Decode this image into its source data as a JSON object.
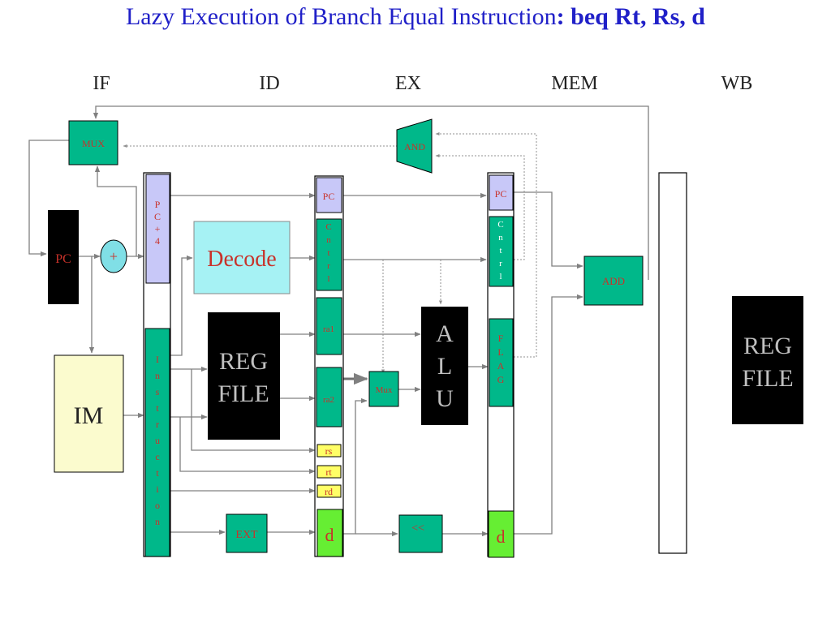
{
  "title": {
    "normal": "Lazy Execution of Branch Equal  Instruction",
    "bold": ": beq Rt, Rs, d"
  },
  "stages": [
    "IF",
    "ID",
    "EX",
    "MEM",
    "WB"
  ],
  "blocks": {
    "mux_if": "MUX",
    "and_gate": "AND",
    "pc": "PC",
    "plus": "+",
    "im": "IM",
    "pc4": "P\nC\n+\n4",
    "instruction": "I\nn\ns\nt\nr\nu\nc\nt\ni\no\nn",
    "decode": "Decode",
    "regfile_id": "REG\nFILE",
    "ext": "EXT",
    "id_pc": "PC",
    "id_cntrl": "C\nn\nt\nr\nl",
    "id_r1": "ra1",
    "id_r2": "ra2",
    "rs": "rs",
    "rt": "rt",
    "rd": "rd",
    "id_d": "d",
    "mux_ex": "Mux",
    "alu": "A\nL\nU",
    "shift": "<<",
    "ex_pc": "PC",
    "ex_cntrl": "C\nn\nt\nr\nl",
    "flag": "F\nL\nA\nG",
    "ex_d": "d",
    "add": "ADD",
    "regfile_wb": "REG\nFILE"
  }
}
